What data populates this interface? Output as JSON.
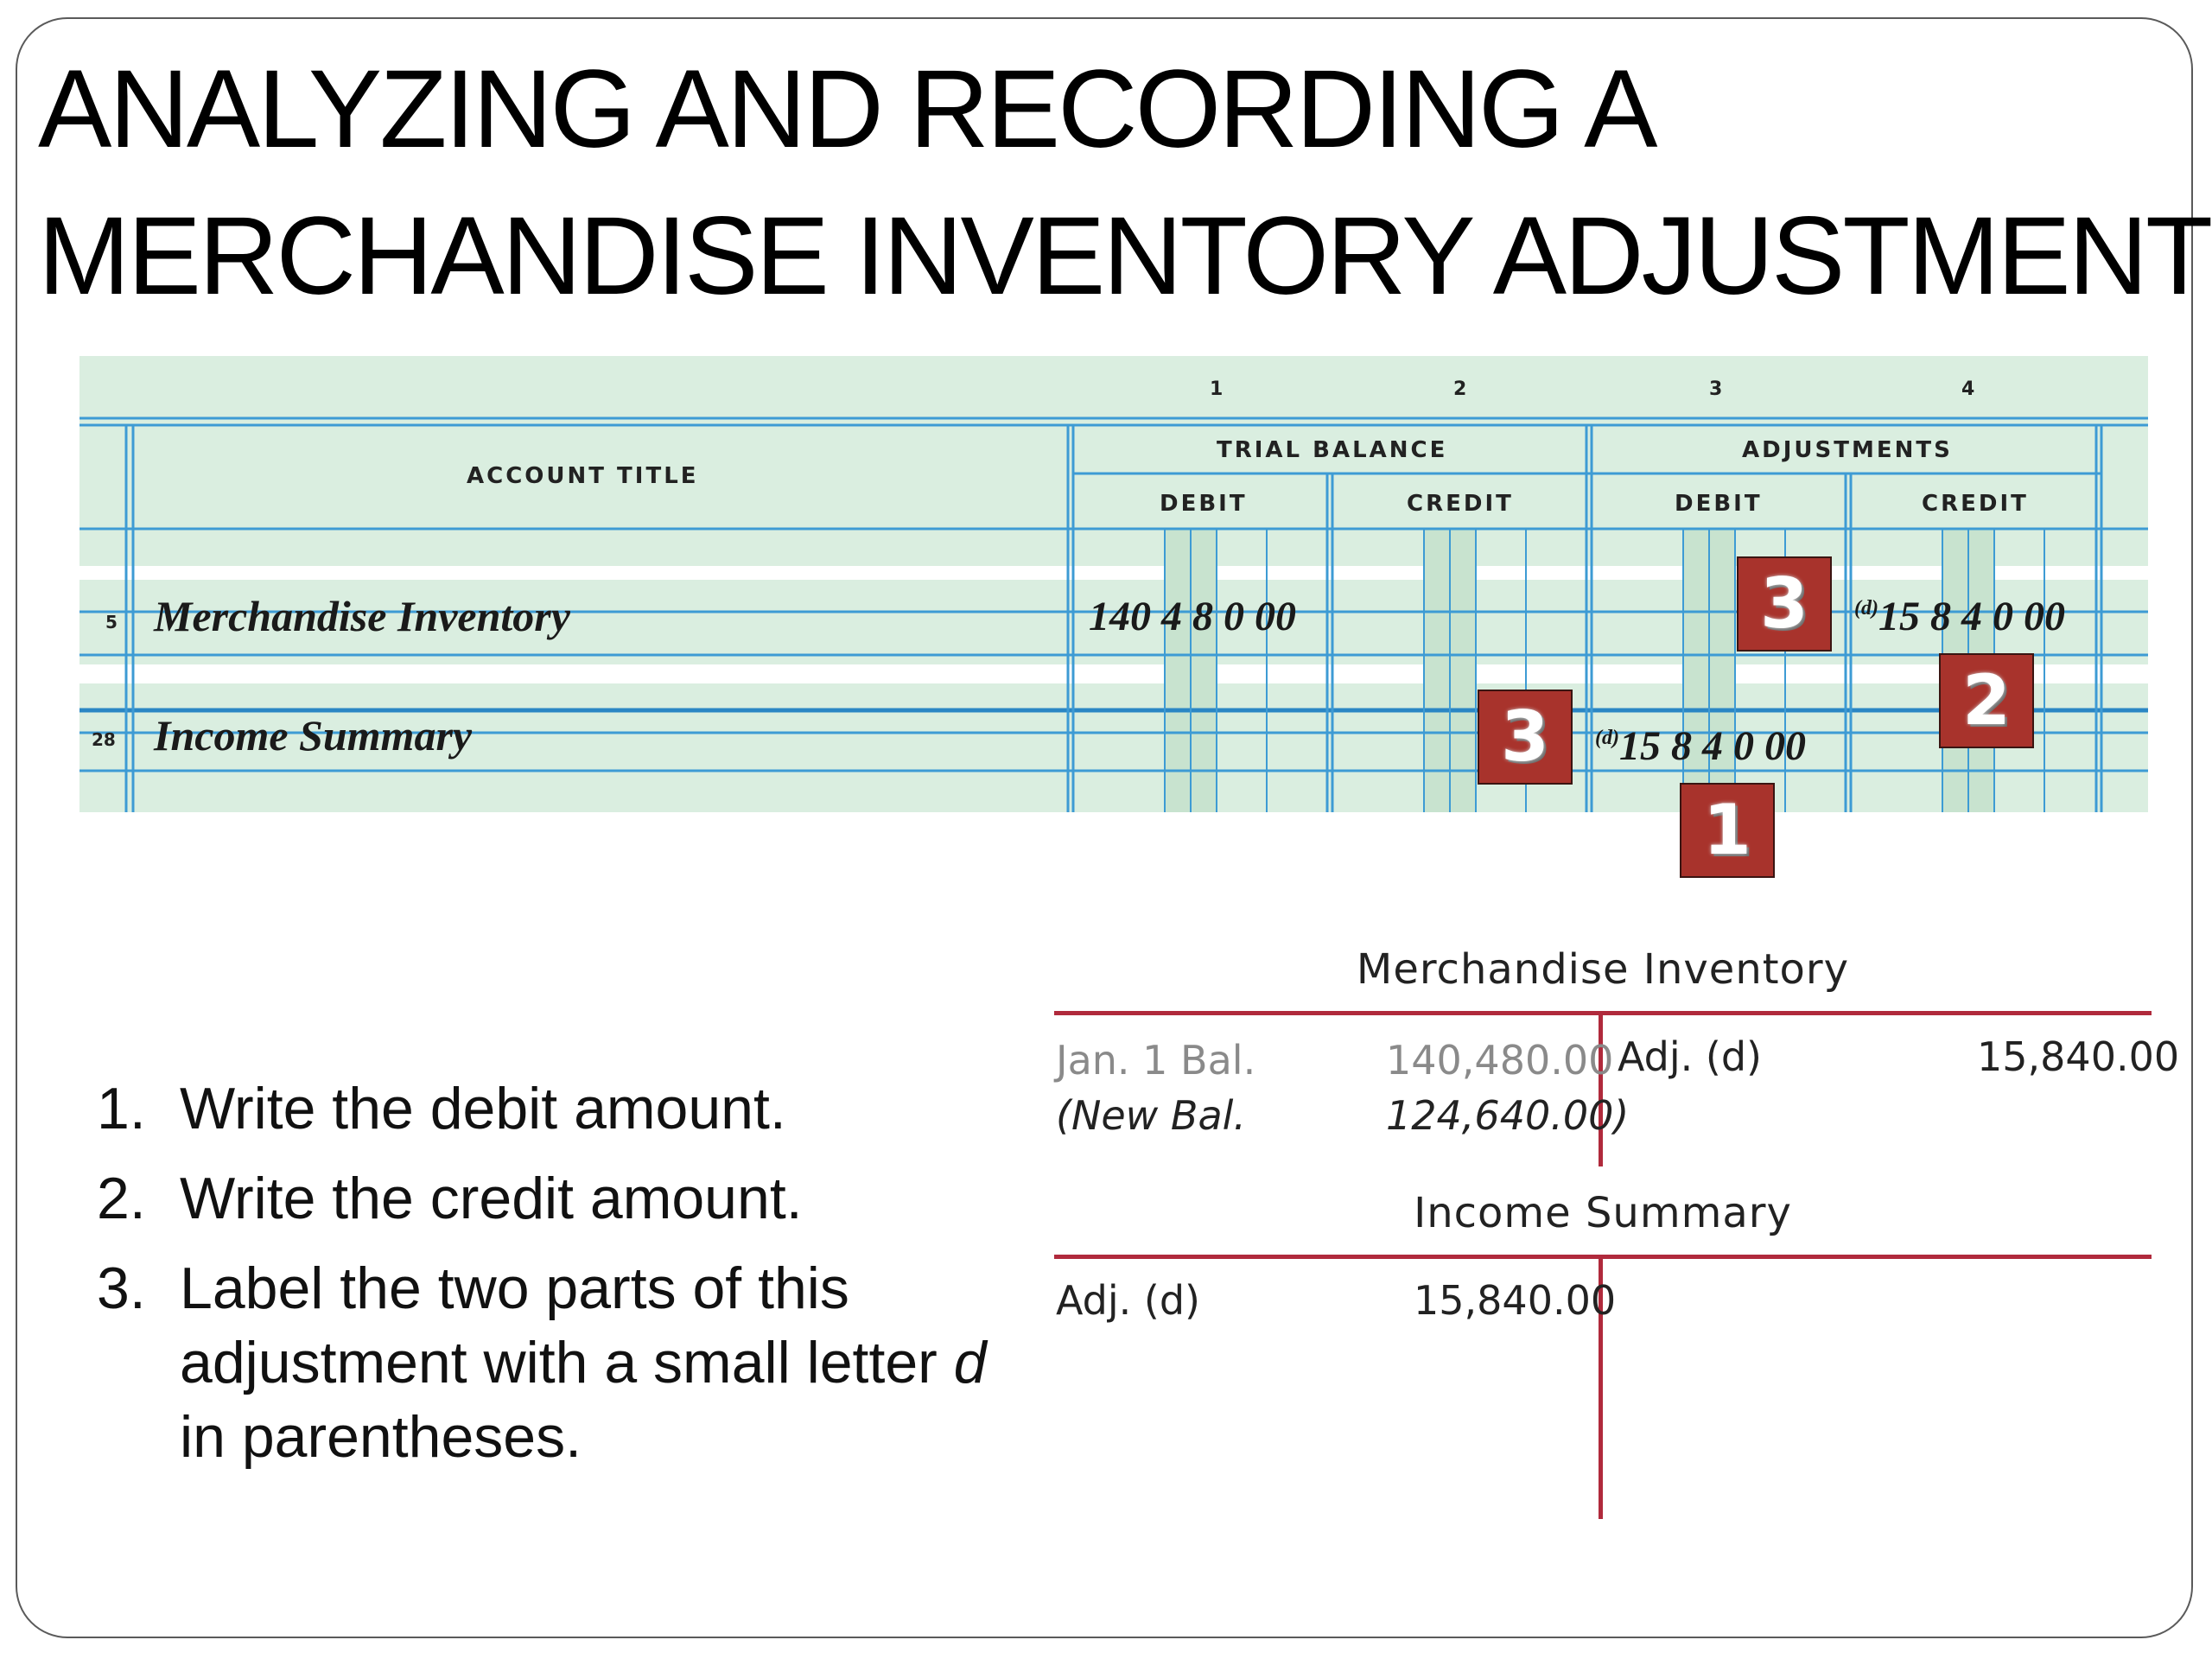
{
  "title": {
    "line1": "ANALYZING AND RECORDING A",
    "line2": "MERCHANDISE INVENTORY ADJUSTMENT"
  },
  "worksheet": {
    "column_numbers": [
      "1",
      "2",
      "3",
      "4"
    ],
    "account_title_header": "ACCOUNT TITLE",
    "trial_balance_header": "TRIAL BALANCE",
    "adjustments_header": "ADJUSTMENTS",
    "debit_label": "DEBIT",
    "credit_label": "CREDIT",
    "rows": [
      {
        "line": "5",
        "account": "Merchandise Inventory",
        "tb_debit": "140 4 8 0 00",
        "adj_credit_label": "(d)",
        "adj_credit": "15 8 4 0 00"
      },
      {
        "line": "28",
        "account": "Income Summary",
        "adj_debit_label": "(d)",
        "adj_debit": "15 8 4 0 00"
      }
    ],
    "line_color": "#3d9bd4",
    "paper_color": "#daeee0"
  },
  "markers": {
    "one": "1",
    "two": "2",
    "three_a": "3",
    "three_b": "3",
    "color": "#a8332c"
  },
  "steps": [
    {
      "number": "1.",
      "text": "Write the debit amount."
    },
    {
      "number": "2.",
      "text": "Write the credit amount."
    },
    {
      "number": "3.",
      "text_before": "Label the two parts of this adjustment with a small letter ",
      "emphasis": "d",
      "text_after": " in parentheses."
    }
  ],
  "t_accounts": {
    "merchandise_inventory": {
      "title": "Merchandise Inventory",
      "debit_entry_1_label": "Jan. 1 Bal.",
      "debit_entry_1_amount": "140,480.00",
      "debit_entry_2_label": "(New Bal.",
      "debit_entry_2_amount": "124,640.00)",
      "credit_entry_label": "Adj. (d)",
      "credit_entry_amount": "15,840.00"
    },
    "income_summary": {
      "title": "Income Summary",
      "debit_entry_label": "Adj. (d)",
      "debit_entry_amount": "15,840.00"
    },
    "rule_color": "#b02a3c"
  }
}
